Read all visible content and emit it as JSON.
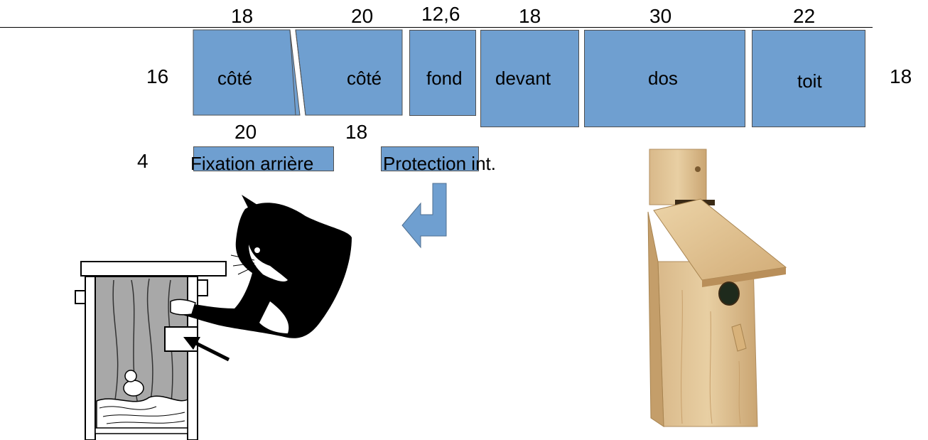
{
  "dimensions": {
    "top_widths": [
      "18",
      "20",
      "12,6",
      "18",
      "30",
      "22"
    ],
    "bottom_widths": [
      "20",
      "18"
    ],
    "height_left": "16",
    "height_right": "18",
    "strip_height": "4"
  },
  "panels": {
    "cote1": "côté",
    "cote2": "côté",
    "fond": "fond",
    "devant": "devant",
    "dos": "dos",
    "toit": "toit"
  },
  "strips": {
    "fixation": "Fixation arrière",
    "protection": "Protection",
    "protection_suffix": " int."
  },
  "colors": {
    "panel_fill": "#6f9fd0",
    "arrow_fill": "#6f9fd0"
  },
  "icons": {
    "cat": "cat-reaching-illustration",
    "nestbox_cutaway": "nestbox-cutaway-illustration",
    "nestbox_photo": "wooden-birdhouse-illustration",
    "arrow": "down-left-turn-arrow-icon"
  }
}
